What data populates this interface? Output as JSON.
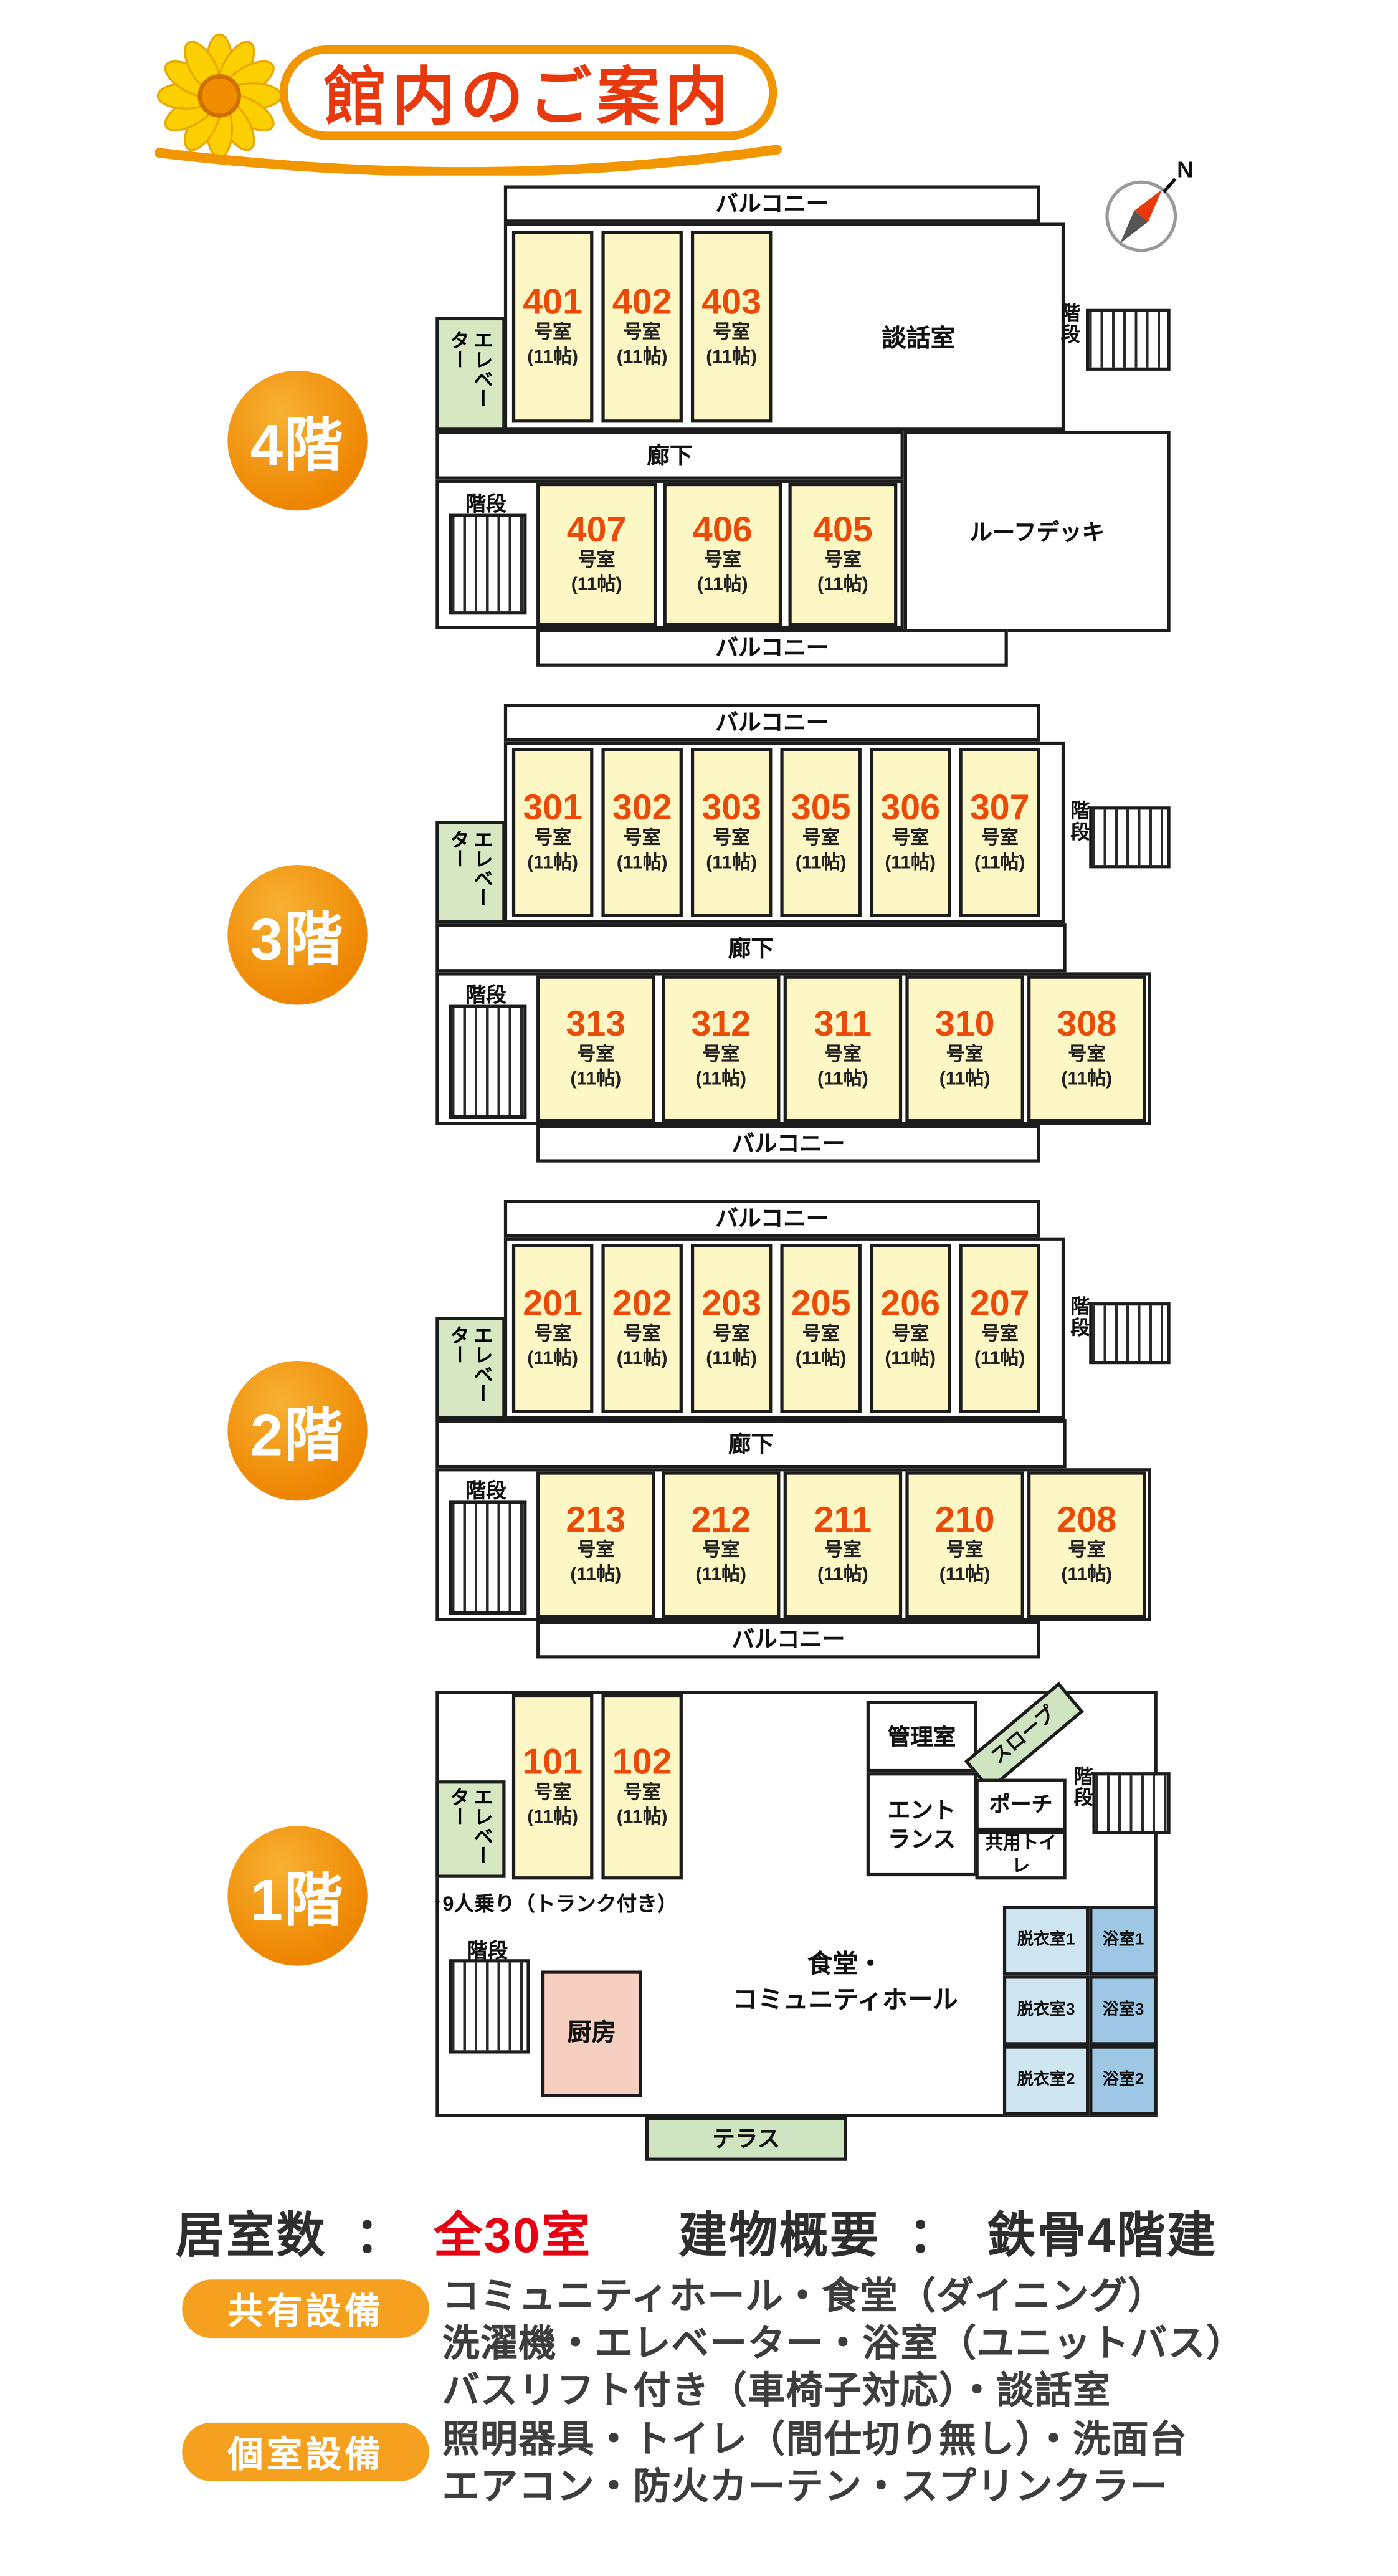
{
  "title": "館内のご案内",
  "compass_label": "N",
  "labels": {
    "balcony": "バルコニー",
    "corridor": "廊下",
    "stairs": "階段",
    "elevator": "エレベーター",
    "room_suffix": "号室",
    "room_size": "(11帖)"
  },
  "floors": {
    "f4": {
      "badge": "4階",
      "top_rooms": [
        "401",
        "402",
        "403"
      ],
      "lounge": "談話室",
      "bottom_rooms": [
        "407",
        "406",
        "405"
      ],
      "roof_deck": "ルーフデッキ"
    },
    "f3": {
      "badge": "3階",
      "top_rooms": [
        "301",
        "302",
        "303",
        "305",
        "306",
        "307"
      ],
      "bottom_rooms": [
        "313",
        "312",
        "311",
        "310",
        "308"
      ]
    },
    "f2": {
      "badge": "2階",
      "top_rooms": [
        "201",
        "202",
        "203",
        "205",
        "206",
        "207"
      ],
      "bottom_rooms": [
        "213",
        "212",
        "211",
        "210",
        "208"
      ]
    },
    "f1": {
      "badge": "1階",
      "rooms": [
        "101",
        "102"
      ],
      "office": "管理室",
      "slope": "スロープ",
      "porch": "ポーチ",
      "entrance": "エント\nランス",
      "shared_toilet": "共用トイレ",
      "elevator_note": "↑9人乗り（トランク付き）",
      "kitchen": "厨房",
      "hall": "食堂・\nコミュニティホール",
      "dressing_rooms": [
        "脱衣室1",
        "脱衣室3",
        "脱衣室2"
      ],
      "bath_rooms": [
        "浴室1",
        "浴室3",
        "浴室2"
      ],
      "terrace": "テラス"
    }
  },
  "summary": {
    "rooms_label": "居室数",
    "colon": "：",
    "rooms_value": "全30室",
    "building_label": "建物概要",
    "building_value": "鉄骨4階建"
  },
  "shared_facilities": {
    "badge": "共有設備",
    "lines": [
      "コミュニティホール・食堂（ダイニング）",
      "洗濯機・エレベーター・浴室（ユニットバス）",
      "バスリフト付き（車椅子対応）・談話室"
    ]
  },
  "private_facilities": {
    "badge": "個室設備",
    "lines": [
      "照明器具・トイレ（間仕切り無し）・洗面台",
      "エアコン・防火カーテン・スプリンクラー"
    ]
  },
  "colors": {
    "accent_orange": "#f29600",
    "title_red": "#e8380d",
    "room_yellow": "#fdf7c5",
    "room_number_orange": "#ea4b09",
    "badge_orange": "#ee8500",
    "badge_orange_light": "#f8b133",
    "elevator_green": "#d5e8c2",
    "kitchen_pink": "#f7cfc0",
    "terrace_green": "#cfe5c2",
    "dressing_blue": "#cfe6f2",
    "bath_blue": "#9dc7e5",
    "summary_red": "#e60012",
    "pill_orange": "#f5a11f",
    "outline_dark": "#1c1c1c"
  }
}
